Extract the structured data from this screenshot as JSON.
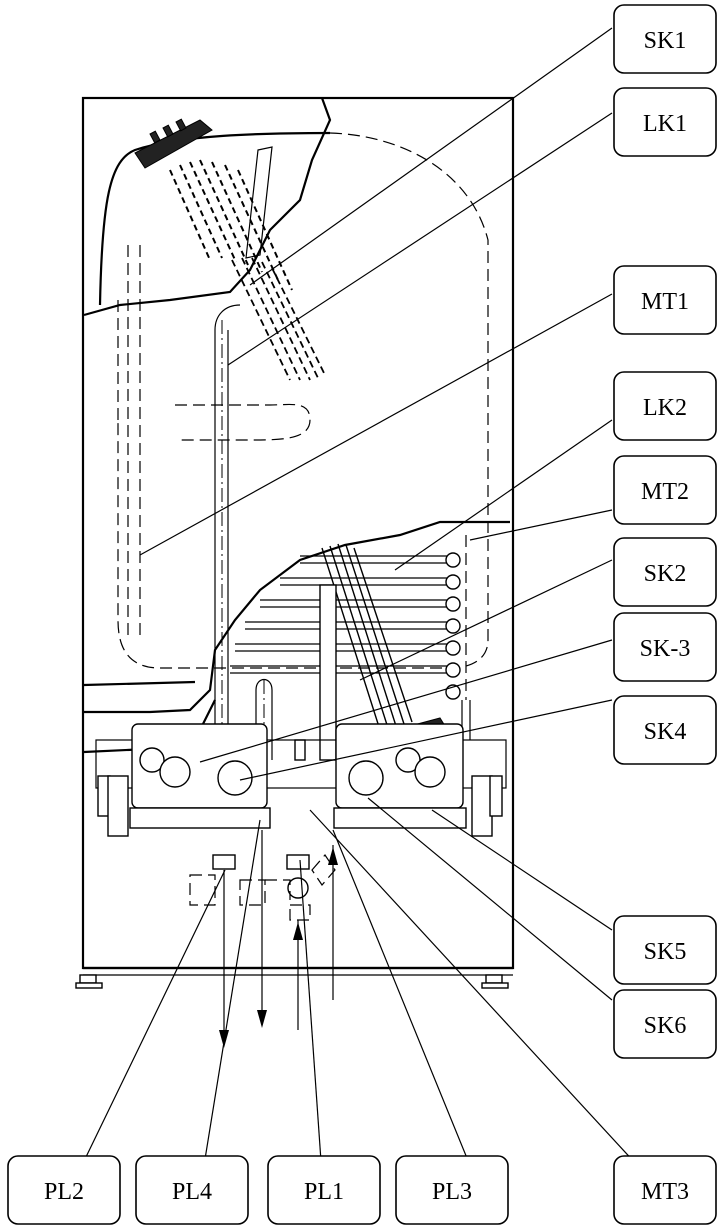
{
  "labels": {
    "SK1": "SK1",
    "LK1": "LK1",
    "MT1": "MT1",
    "LK2": "LK2",
    "MT2": "MT2",
    "SK2": "SK2",
    "SK3": "SK-3",
    "SK4": "SK4",
    "SK5": "SK5",
    "SK6": "SK6",
    "PL2": "PL2",
    "PL4": "PL4",
    "PL1": "PL1",
    "PL3": "PL3",
    "MT3": "MT3"
  }
}
